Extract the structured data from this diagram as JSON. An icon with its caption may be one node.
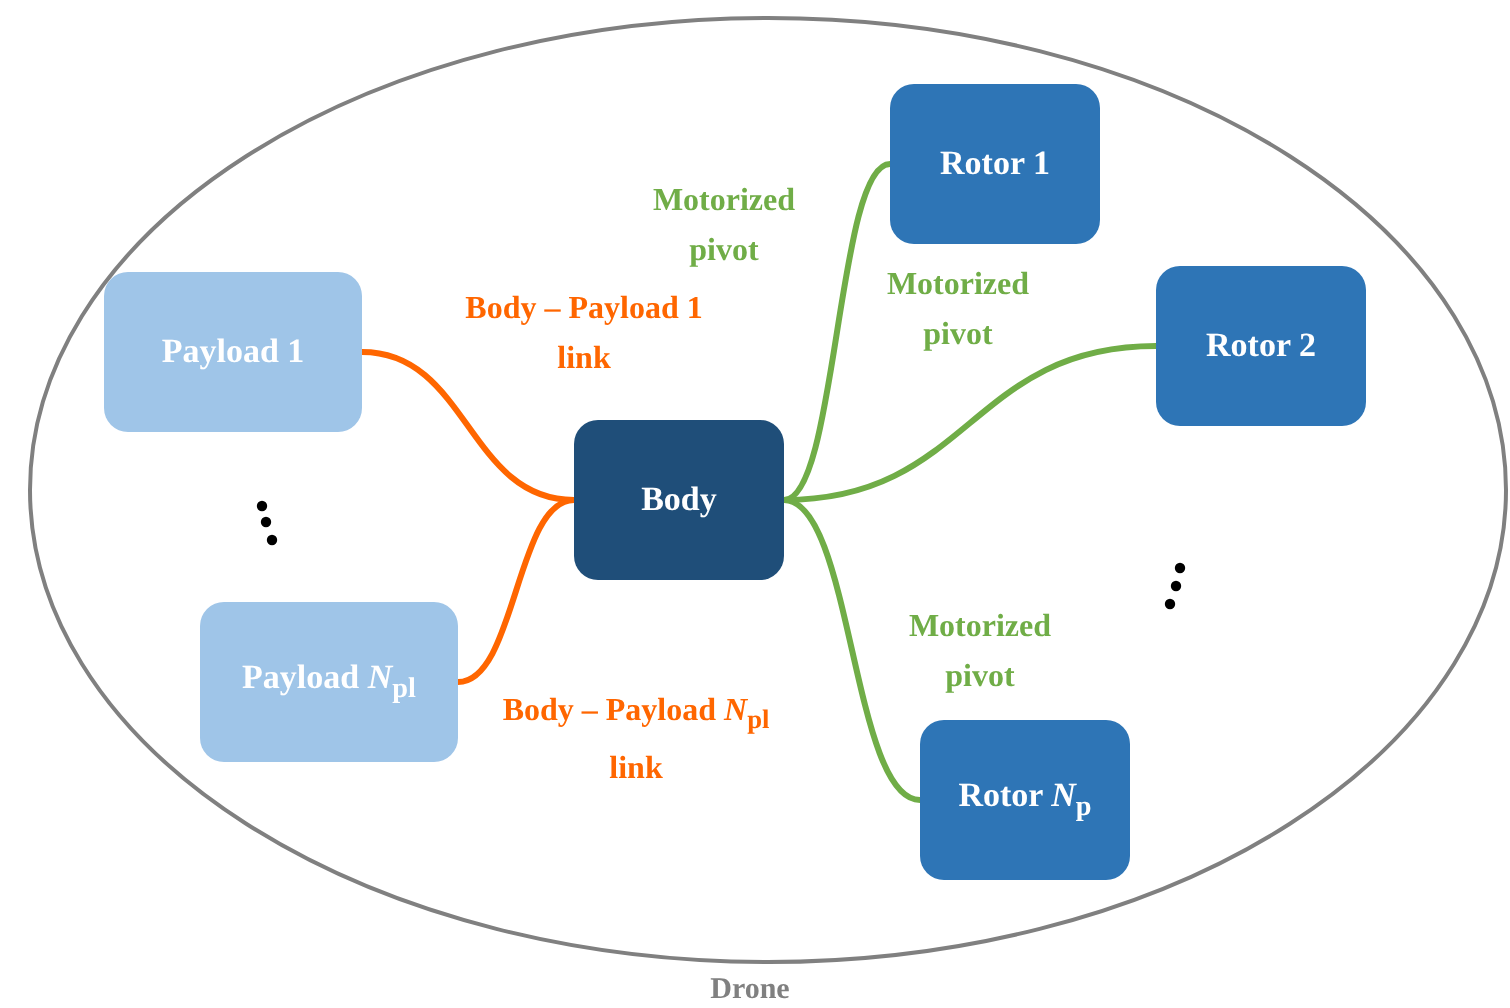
{
  "diagram": {
    "nodes": [
      {
        "text": [
          "Drone"
        ]
      },
      {
        "text": [
          "Rotor 1"
        ],
        "in": 0
      },
      {
        "text": [
          "Payload 1"
        ],
        "in": 0
      },
      {
        "text": [
          "Rotor 2"
        ],
        "in": 0
      },
      {
        "text": [
          "Body"
        ],
        "in": 0
      },
      {
        "text": [
          "Payload *N*$_{pl}$"
        ],
        "in": 0
      },
      {
        "text": [
          "Rotor *N*$_{p}$"
        ],
        "in": 0
      }
    ],
    "edges": [
      {
        "from": 4,
        "to": 2,
        "arrow": "none",
        "label": "Body – Payload 1 link",
        "color": "#ff6600"
      },
      {
        "from": 4,
        "to": 5,
        "arrow": "none",
        "label": "Body – Payload *N*$_{pl}$ link",
        "color": "#ff6600"
      },
      {
        "from": 4,
        "to": 1,
        "arrow": "none",
        "label": "Motorized pivot",
        "color": "#70ad47"
      },
      {
        "from": 4,
        "to": 3,
        "arrow": "none",
        "label": "Motorized pivot",
        "color": "#70ad47"
      },
      {
        "from": 4,
        "to": 6,
        "arrow": "none",
        "label": "Motorized pivot",
        "color": "#70ad47"
      }
    ]
  }
}
